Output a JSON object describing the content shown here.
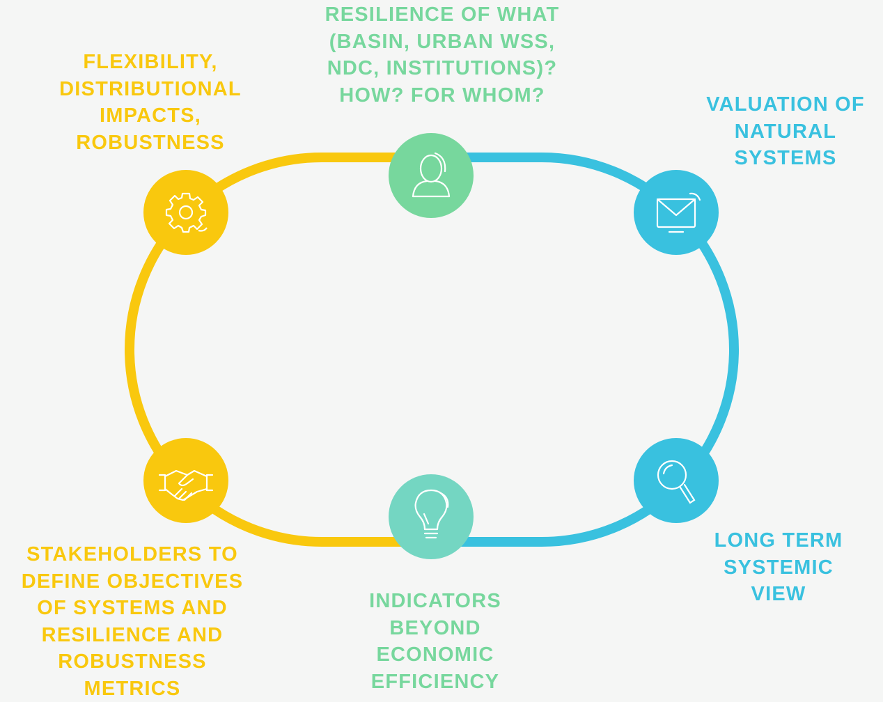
{
  "colors": {
    "yellow": "#f9c80e",
    "green": "#77d79d",
    "teal": "#74d6c2",
    "blue": "#39c1df",
    "background": "#f5f6f5"
  },
  "nodes": [
    {
      "id": "flexibility",
      "icon": "gear-icon",
      "color": "yellow",
      "lines": [
        "FLEXIBILITY,",
        "DISTRIBUTIONAL",
        "IMPACTS,",
        "ROBUSTNESS"
      ]
    },
    {
      "id": "resilience",
      "icon": "user-icon",
      "color": "green",
      "lines": [
        "RESILIENCE OF WHAT",
        "(BASIN, URBAN WSS,",
        "NDC, INSTITUTIONS)?",
        "HOW? FOR WHOM?"
      ]
    },
    {
      "id": "valuation",
      "icon": "monitor-envelope-icon",
      "color": "blue",
      "lines": [
        "VALUATION OF",
        "NATURAL",
        "SYSTEMS"
      ]
    },
    {
      "id": "long-term",
      "icon": "magnifier-icon",
      "color": "blue",
      "lines": [
        "LONG TERM",
        "SYSTEMIC",
        "VIEW"
      ]
    },
    {
      "id": "indicators",
      "icon": "lightbulb-icon",
      "color": "teal",
      "lines": [
        "INDICATORS",
        "BEYOND",
        "ECONOMIC",
        "EFFICIENCY"
      ]
    },
    {
      "id": "stakeholders",
      "icon": "handshake-icon",
      "color": "yellow",
      "lines": [
        "STAKEHOLDERS TO",
        "DEFINE OBJECTIVES",
        "OF SYSTEMS AND",
        "RESILIENCE AND",
        "ROBUSTNESS",
        "METRICS"
      ]
    }
  ]
}
